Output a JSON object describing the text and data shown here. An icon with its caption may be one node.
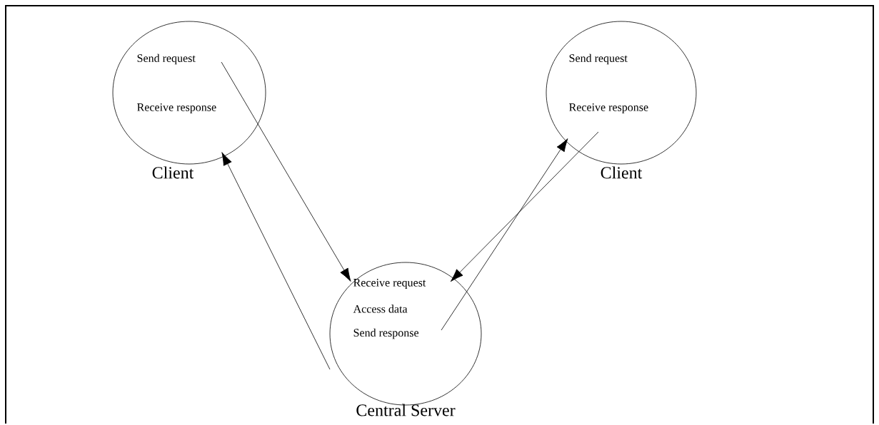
{
  "diagram": {
    "nodes": [
      {
        "text": [
          "Send request",
          "Receive response"
        ],
        "beside": [
          "Client"
        ]
      },
      {
        "text": [
          "Send request",
          "Receive response"
        ],
        "beside": [
          "Client"
        ]
      },
      {
        "text": [
          "Receive request",
          "Access data",
          "Send response"
        ],
        "beside": [
          "Central Server"
        ]
      }
    ],
    "edges": [
      {
        "from": 0,
        "to": 2,
        "arrow": "to"
      },
      {
        "from": 2,
        "to": 0,
        "arrow": "to"
      },
      {
        "from": 1,
        "to": 2,
        "arrow": "to"
      },
      {
        "from": 2,
        "to": 1,
        "arrow": "to"
      }
    ]
  }
}
